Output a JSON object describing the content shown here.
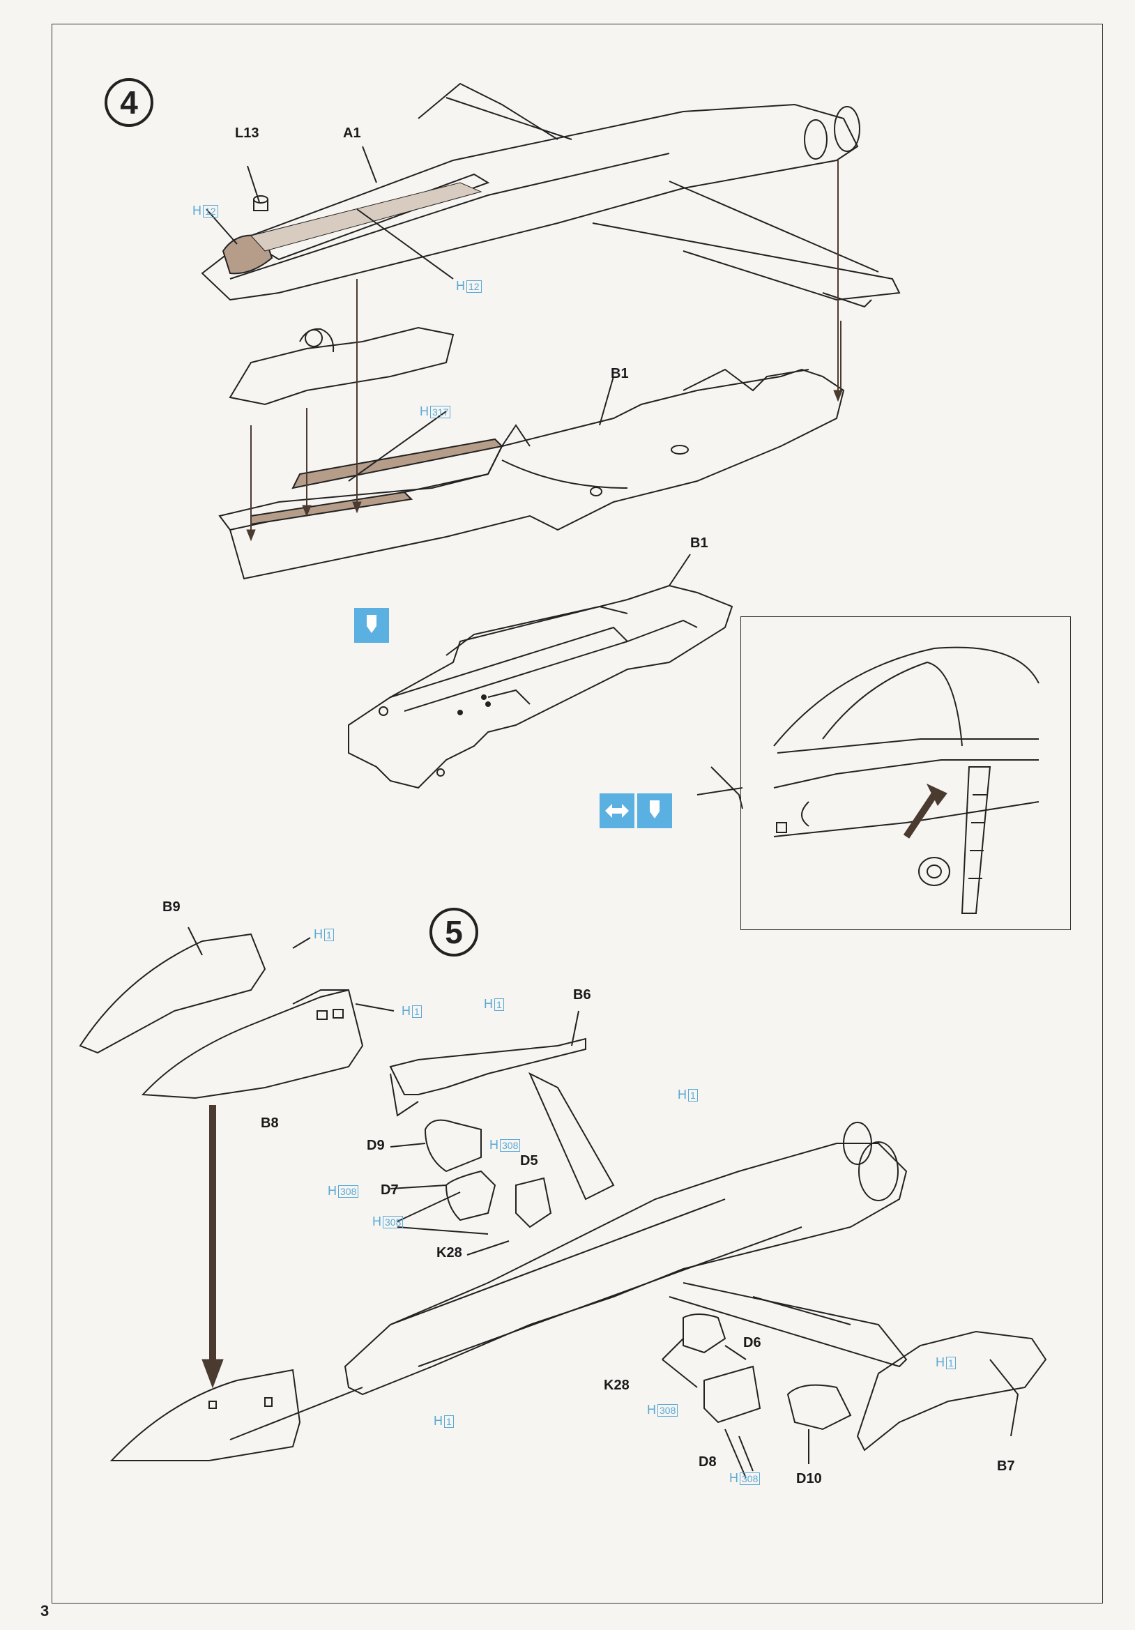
{
  "page_number": "3",
  "steps": [
    {
      "number": "4"
    },
    {
      "number": "5"
    }
  ],
  "parts": {
    "L13": "L13",
    "A1": "A1",
    "B1_top": "B1",
    "B1_mid": "B1",
    "B9": "B9",
    "B8": "B8",
    "B6": "B6",
    "B7": "B7",
    "D9": "D9",
    "D7": "D7",
    "D5": "D5",
    "D6": "D6",
    "D8": "D8",
    "D10": "D10",
    "K28_left": "K28",
    "K28_right": "K28"
  },
  "paint_codes": {
    "h12_a": {
      "prefix": "H",
      "code": "12"
    },
    "h12_b": {
      "prefix": "H",
      "code": "12"
    },
    "h317": {
      "prefix": "H",
      "code": "317"
    },
    "h1_a": {
      "prefix": "H",
      "code": "1"
    },
    "h1_b": {
      "prefix": "H",
      "code": "1"
    },
    "h1_c": {
      "prefix": "H",
      "code": "1"
    },
    "h1_d": {
      "prefix": "H",
      "code": "1"
    },
    "h1_e": {
      "prefix": "H",
      "code": "1"
    },
    "h1_f": {
      "prefix": "H",
      "code": "1"
    },
    "h308_a": {
      "prefix": "H",
      "code": "308"
    },
    "h308_b": {
      "prefix": "H",
      "code": "308"
    },
    "h308_c": {
      "prefix": "H",
      "code": "308"
    },
    "h308_d": {
      "prefix": "H",
      "code": "308"
    },
    "h308_e": {
      "prefix": "H",
      "code": "308"
    }
  },
  "icons": [
    "drill-hole-icon",
    "drill-hole-icon",
    "swap-icon"
  ],
  "colors": {
    "paint_blue": "#5aa9d6",
    "icon_blue": "#5ab0e0",
    "shading": "#b59d8a",
    "arrow": "#4a3a30"
  }
}
